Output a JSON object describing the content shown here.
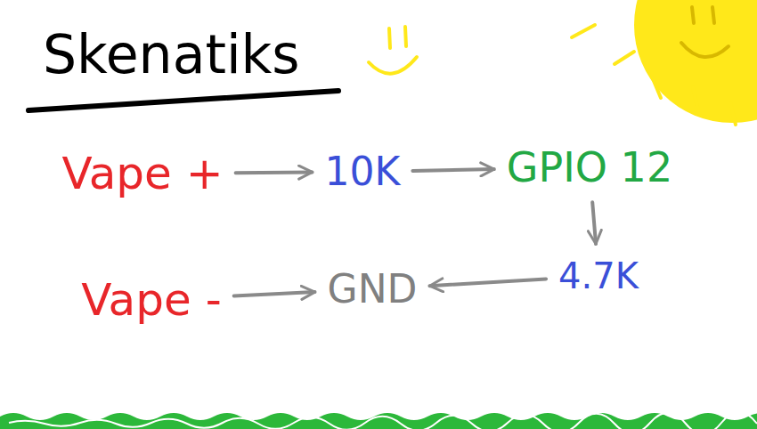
{
  "diagram": {
    "title": "Skenatiks",
    "nodes": [
      {
        "text": [
          "Vape +"
        ]
      },
      {
        "text": [
          "10K"
        ]
      },
      {
        "text": [
          "GPIO 12"
        ]
      },
      {
        "text": [
          "4.7K"
        ]
      },
      {
        "text": [
          "Vape -"
        ]
      },
      {
        "text": [
          "GND"
        ]
      }
    ],
    "edges": [
      {
        "from": 0,
        "to": 1,
        "arrow": "to"
      },
      {
        "from": 1,
        "to": 2,
        "arrow": "to"
      },
      {
        "from": 2,
        "to": 3,
        "arrow": "to"
      },
      {
        "from": 3,
        "to": 5,
        "arrow": "to"
      },
      {
        "from": 4,
        "to": 5,
        "arrow": "to"
      }
    ]
  }
}
